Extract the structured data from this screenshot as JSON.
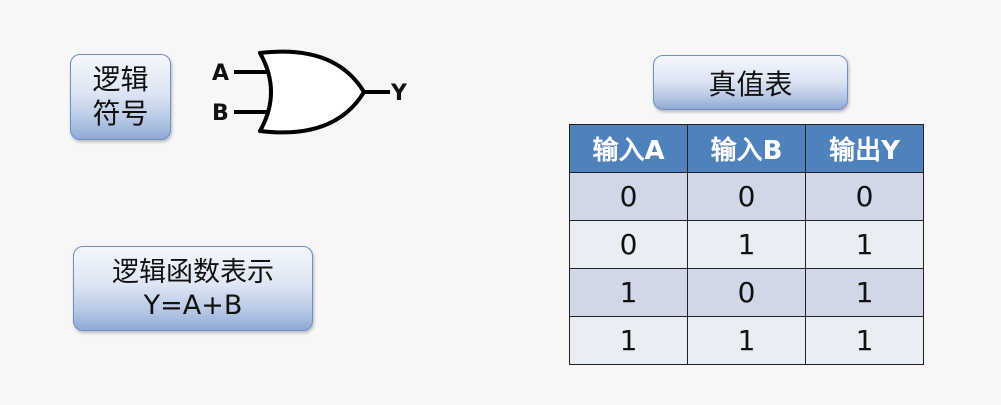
{
  "logic_symbol_label": {
    "line1": "逻辑",
    "line2": "符号"
  },
  "gate": {
    "input_a": "A",
    "input_b": "B",
    "output": "Y"
  },
  "function_label": {
    "line1": "逻辑函数表示",
    "line2": "Y=A+B"
  },
  "truth_table": {
    "title": "真值表",
    "headers": [
      "输入A",
      "输入B",
      "输出Y"
    ],
    "rows": [
      [
        "0",
        "0",
        "0"
      ],
      [
        "0",
        "1",
        "1"
      ],
      [
        "1",
        "0",
        "1"
      ],
      [
        "1",
        "1",
        "1"
      ]
    ],
    "header_color": "#4f81bd",
    "row_colors": [
      "#d0d8e8",
      "#e9edf4"
    ]
  }
}
